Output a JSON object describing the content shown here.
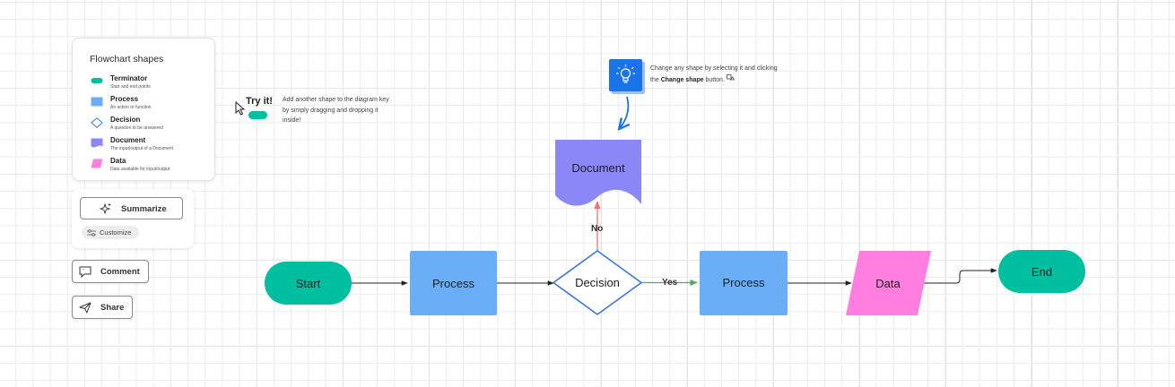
{
  "key": {
    "title": "Flowchart shapes",
    "items": [
      {
        "name": "Terminator",
        "desc": "Start and end points",
        "color": "#00bea0",
        "icon": "terminator-icon"
      },
      {
        "name": "Process",
        "desc": "An action or function",
        "color": "#6aaef8",
        "icon": "process-icon"
      },
      {
        "name": "Decision",
        "desc": "A question to be answered",
        "color": "#3a78d6",
        "icon": "decision-icon"
      },
      {
        "name": "Document",
        "desc": "The input/output of a Document",
        "color": "#8b87f7",
        "icon": "document-icon"
      },
      {
        "name": "Data",
        "desc": "Data available for input/output",
        "color": "#ff7ee0",
        "icon": "data-icon"
      }
    ]
  },
  "ai": {
    "summarize_label": "Summarize",
    "customize_label": "Customize"
  },
  "actions": {
    "comment_label": "Comment",
    "share_label": "Share"
  },
  "tips": {
    "tryit_title": "Try it!",
    "tryit_body": "Add another shape to the diagram key by simply dragging and dropping it inside!",
    "change_shape_prefix": "Change any shape by selecting it and clicking the ",
    "change_shape_bold": "Change shape",
    "change_shape_suffix": " button."
  },
  "flowchart": {
    "nodes": {
      "start": "Start",
      "process1": "Process",
      "decision": "Decision",
      "process2": "Process",
      "data": "Data",
      "end": "End",
      "document": "Document"
    },
    "edges": {
      "yes": "Yes",
      "no": "No"
    }
  },
  "colors": {
    "terminator": "#00bea0",
    "process": "#6aaef8",
    "decision_border": "#3a78d6",
    "document": "#8b87f7",
    "data": "#ff7ee0",
    "edge_yes": "#4caf50",
    "edge_no": "#f07070",
    "edge_default": "#333333",
    "accent": "#1a73e8"
  }
}
